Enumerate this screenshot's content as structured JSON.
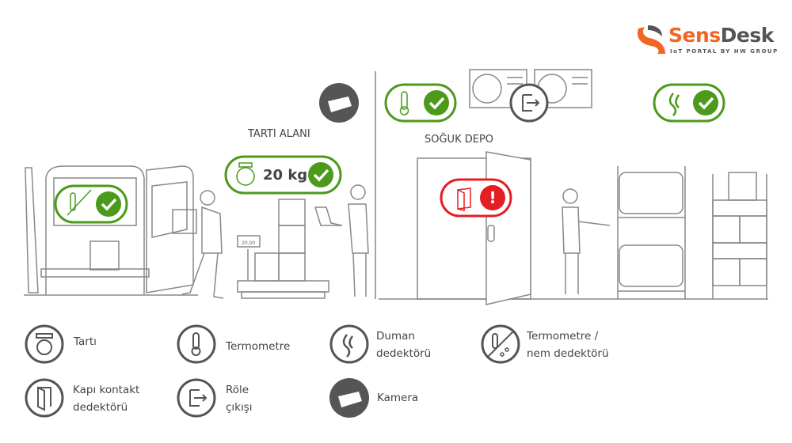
{
  "logo": {
    "brand_part1": "Sens",
    "brand_part2": "Desk",
    "tagline": "IoT PORTAL BY HW GROUP"
  },
  "scene": {
    "weighing_area_label": "TARTI ALANI",
    "cold_storage_label": "SOĞUK DEPO",
    "scale_reading": "20 kg",
    "scale_display": "20,00",
    "colors": {
      "ok": "#4c9a1a",
      "alarm": "#e31e24",
      "dark": "#555555",
      "line": "#888888"
    }
  },
  "legend": [
    {
      "icon": "scale-icon",
      "line1": "Tartı",
      "line2": ""
    },
    {
      "icon": "thermometer-icon",
      "line1": "Termometre",
      "line2": ""
    },
    {
      "icon": "smoke-icon",
      "line1": "Duman",
      "line2": "dedektörü"
    },
    {
      "icon": "thermo-humidity-icon",
      "line1": "Termometre /",
      "line2": "nem dedektörü"
    },
    {
      "icon": "door-contact-icon",
      "line1": "Kapı kontakt",
      "line2": "dedektörü"
    },
    {
      "icon": "relay-output-icon",
      "line1": "Röle",
      "line2": "çıkışı"
    },
    {
      "icon": "camera-icon",
      "line1": "Kamera",
      "line2": ""
    }
  ]
}
